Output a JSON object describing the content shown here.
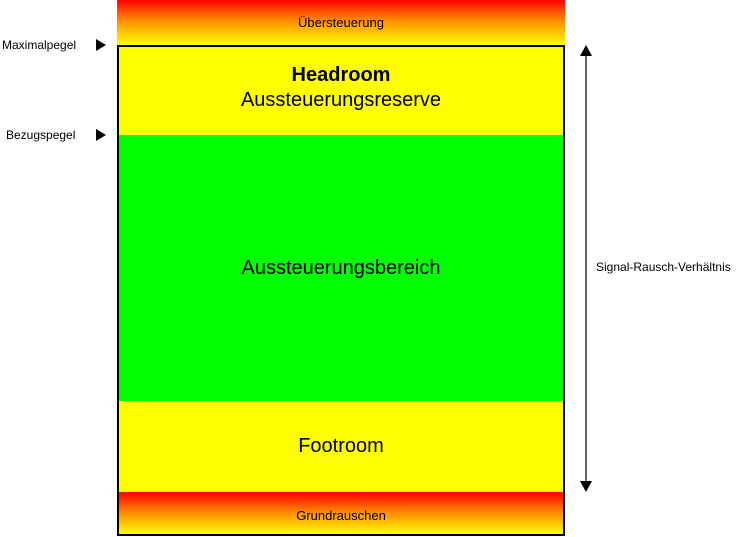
{
  "bands": {
    "clipping": "Übersteuerung",
    "headroom_title": "Headroom",
    "headroom_sub": "Aussteuerungsreserve",
    "range": "Aussteuerungsbereich",
    "footroom": "Footroom",
    "noise_floor": "Grundrauschen"
  },
  "markers": {
    "max_level": "Maximalpegel",
    "reference_level": "Bezugspegel"
  },
  "snr": "Signal-Rausch-Verhältnis",
  "colors": {
    "red": "#ff0000",
    "yellow": "#ffff00",
    "green": "#00ff00"
  }
}
